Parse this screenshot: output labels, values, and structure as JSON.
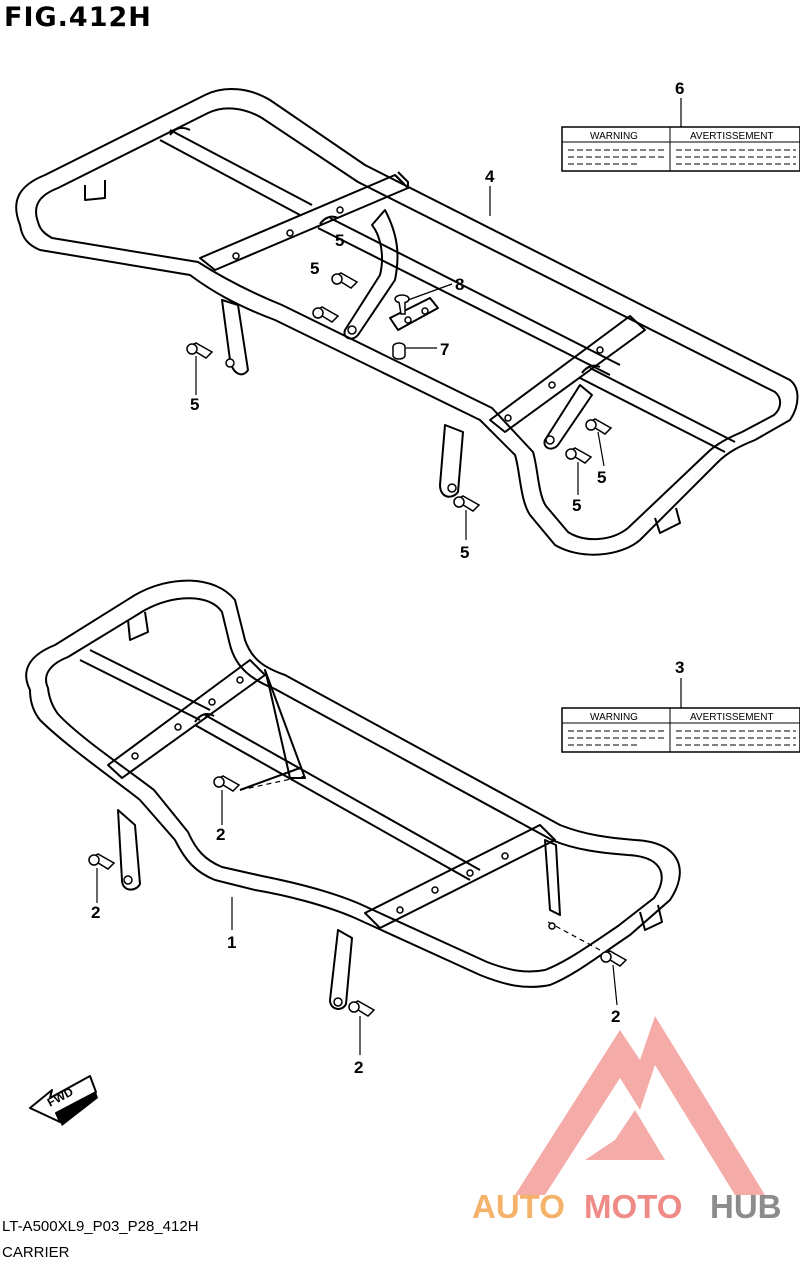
{
  "figure": {
    "title": "FIG.412H",
    "code": "LT-A500XL9_P03_P28_412H",
    "caption": "CARRIER"
  },
  "callouts": [
    {
      "id": "c6",
      "number": "6"
    },
    {
      "id": "c4",
      "number": "4"
    },
    {
      "id": "c8",
      "number": "8"
    },
    {
      "id": "c7",
      "number": "7"
    },
    {
      "id": "c5a",
      "number": "5"
    },
    {
      "id": "c5b",
      "number": "5"
    },
    {
      "id": "c5c",
      "number": "5"
    },
    {
      "id": "c5d",
      "number": "5"
    },
    {
      "id": "c5e",
      "number": "5"
    },
    {
      "id": "c5f",
      "number": "5"
    },
    {
      "id": "c3",
      "number": "3"
    },
    {
      "id": "c2a",
      "number": "2"
    },
    {
      "id": "c2b",
      "number": "2"
    },
    {
      "id": "c2c",
      "number": "2"
    },
    {
      "id": "c2d",
      "number": "2"
    },
    {
      "id": "c1",
      "number": "1"
    }
  ],
  "labels": {
    "top": {
      "left": "WARNING",
      "right": "AVERTISSEMENT"
    },
    "bottom": {
      "left": "WARNING",
      "right": "AVERTISSEMENT"
    }
  },
  "fwd_arrow": "FWD",
  "watermark": {
    "part1": "AUTO",
    "part2": "MOTO",
    "part3": "HUB",
    "color1": "#f5b26b",
    "color2": "#ef8a86",
    "color3": "#8c8c8c"
  },
  "colors": {
    "line": "#000000",
    "background": "#ffffff",
    "logo": "#f28f8a"
  }
}
